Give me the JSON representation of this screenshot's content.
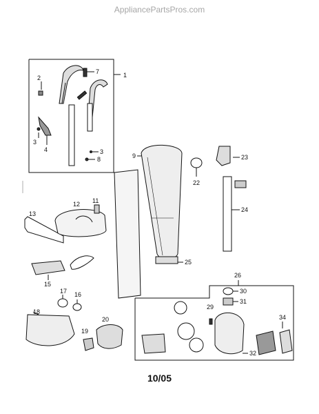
{
  "watermark": "AppliancePartsPros.com",
  "footer_code": "10/05",
  "callouts": [
    {
      "id": "c1",
      "label": "1"
    },
    {
      "id": "c2",
      "label": "2"
    },
    {
      "id": "c3a",
      "label": "3"
    },
    {
      "id": "c3b",
      "label": "3"
    },
    {
      "id": "c4",
      "label": "4"
    },
    {
      "id": "c7",
      "label": "7"
    },
    {
      "id": "c8",
      "label": "8"
    },
    {
      "id": "c9",
      "label": "9"
    },
    {
      "id": "c11",
      "label": "11"
    },
    {
      "id": "c12",
      "label": "12"
    },
    {
      "id": "c13",
      "label": "13"
    },
    {
      "id": "c15",
      "label": "15"
    },
    {
      "id": "c16",
      "label": "16"
    },
    {
      "id": "c17",
      "label": "17"
    },
    {
      "id": "c18",
      "label": "18"
    },
    {
      "id": "c19",
      "label": "19"
    },
    {
      "id": "c20",
      "label": "20"
    },
    {
      "id": "c22",
      "label": "22"
    },
    {
      "id": "c23",
      "label": "23"
    },
    {
      "id": "c24",
      "label": "24"
    },
    {
      "id": "c25",
      "label": "25"
    },
    {
      "id": "c26",
      "label": "26"
    },
    {
      "id": "c29",
      "label": "29"
    },
    {
      "id": "c30",
      "label": "30"
    },
    {
      "id": "c31",
      "label": "31"
    },
    {
      "id": "c32",
      "label": "32"
    },
    {
      "id": "c34",
      "label": "34"
    }
  ]
}
